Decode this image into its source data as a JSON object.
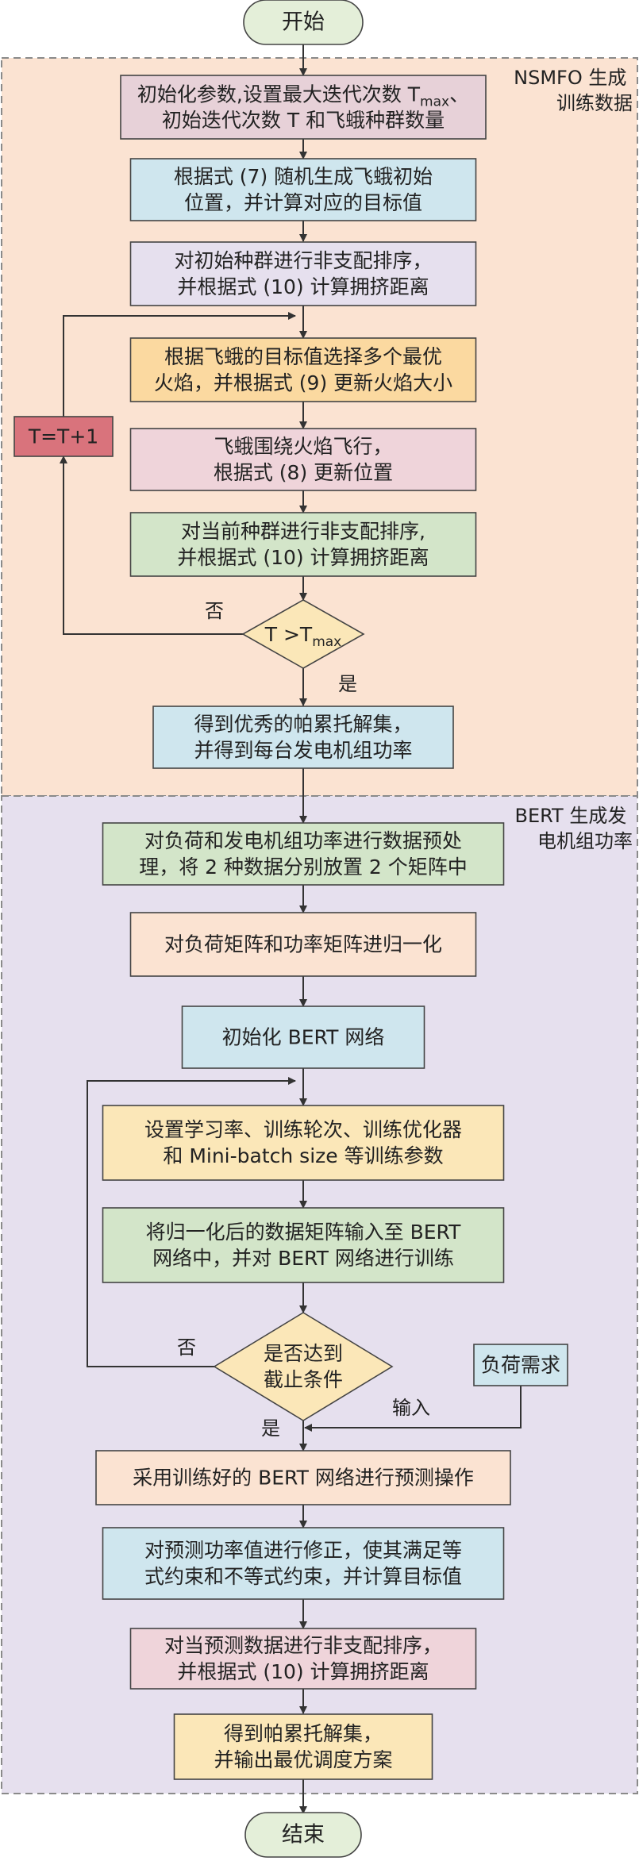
{
  "regions": [
    {
      "id": "nsmfo",
      "label_lines": [
        "NSMFO 生成",
        "训练数据"
      ],
      "fill": "#fbe3d2",
      "stroke": "#8a8a8a"
    },
    {
      "id": "bert",
      "label_lines": [
        "BERT 生成发",
        "电机组功率"
      ],
      "fill": "#e6e0ee",
      "stroke": "#8a8a8a"
    }
  ],
  "nodes": [
    {
      "id": "start",
      "kind": "terminal",
      "lines": [
        "开始"
      ],
      "fill": "#e4efd9"
    },
    {
      "id": "n1",
      "kind": "process",
      "lines": [
        "初始化参数,设置最大迭代次数 Tmax、",
        "初始迭代次数 T 和飞蛾种群数量"
      ],
      "fill": "#e7d1d8"
    },
    {
      "id": "n2",
      "kind": "process",
      "lines": [
        "根据式 (7) 随机生成飞蛾初始",
        "位置，并计算对应的目标值"
      ],
      "fill": "#cfe6ee"
    },
    {
      "id": "n3",
      "kind": "process",
      "lines": [
        "对初始种群进行非支配排序，",
        "并根据式 (10) 计算拥挤距离"
      ],
      "fill": "#e6e0ee"
    },
    {
      "id": "n4",
      "kind": "process",
      "lines": [
        "根据飞蛾的目标值选择多个最优",
        "火焰，并根据式 (9) 更新火焰大小"
      ],
      "fill": "#fbd9a0"
    },
    {
      "id": "n5",
      "kind": "process",
      "lines": [
        "飞蛾围绕火焰飞行，",
        "根据式 (8) 更新位置"
      ],
      "fill": "#efd4da"
    },
    {
      "id": "n6",
      "kind": "process",
      "lines": [
        "对当前种群进行非支配排序,",
        "并根据式 (10) 计算拥挤距离"
      ],
      "fill": "#d3e5c9"
    },
    {
      "id": "d1",
      "kind": "decision",
      "lines": [
        "T >Tmax"
      ],
      "fill": "#fbe7b8"
    },
    {
      "id": "inc",
      "kind": "process",
      "lines": [
        "T=T+1"
      ],
      "fill": "#d9737c"
    },
    {
      "id": "n7",
      "kind": "process",
      "lines": [
        "得到优秀的帕累托解集，",
        "并得到每台发电机组功率"
      ],
      "fill": "#cfe6ee"
    },
    {
      "id": "n8",
      "kind": "process",
      "lines": [
        "对负荷和发电机组功率进行数据预处",
        "理，将 2 种数据分别放置 2 个矩阵中"
      ],
      "fill": "#d3e5c9"
    },
    {
      "id": "n9",
      "kind": "process",
      "lines": [
        "对负荷矩阵和功率矩阵进归一化"
      ],
      "fill": "#fbe3d2"
    },
    {
      "id": "n10",
      "kind": "process",
      "lines": [
        "初始化 BERT 网络"
      ],
      "fill": "#cfe6ee"
    },
    {
      "id": "n11",
      "kind": "process",
      "lines": [
        "设置学习率、训练轮次、训练优化器",
        "和 Mini-batch size 等训练参数"
      ],
      "fill": "#fbe7b8"
    },
    {
      "id": "n12",
      "kind": "process",
      "lines": [
        "将归一化后的数据矩阵输入至 BERT",
        "网络中，并对 BERT 网络进行训练"
      ],
      "fill": "#d3e5c9"
    },
    {
      "id": "d2",
      "kind": "decision",
      "lines": [
        "是否达到",
        "截止条件"
      ],
      "fill": "#fbe7b8"
    },
    {
      "id": "load",
      "kind": "process",
      "lines": [
        "负荷需求"
      ],
      "fill": "#cfe6ee"
    },
    {
      "id": "n13",
      "kind": "process",
      "lines": [
        "采用训练好的 BERT 网络进行预测操作"
      ],
      "fill": "#fbe3d2"
    },
    {
      "id": "n14",
      "kind": "process",
      "lines": [
        "对预测功率值进行修正，使其满足等",
        "式约束和不等式约束，并计算目标值"
      ],
      "fill": "#cfe6ee"
    },
    {
      "id": "n15",
      "kind": "process",
      "lines": [
        "对当预测数据进行非支配排序，",
        "并根据式 (10) 计算拥挤距离"
      ],
      "fill": "#efd4da"
    },
    {
      "id": "n16",
      "kind": "process",
      "lines": [
        "得到帕累托解集，",
        "并输出最优调度方案"
      ],
      "fill": "#fbe7b8"
    },
    {
      "id": "end",
      "kind": "terminal",
      "lines": [
        "结束"
      ],
      "fill": "#e4efd9"
    }
  ],
  "edge_labels": {
    "no1": "否",
    "yes1": "是",
    "no2": "否",
    "yes2": "是",
    "input": "输入"
  },
  "style": {
    "node_stroke": "#444444",
    "arrow_color": "#333333"
  }
}
